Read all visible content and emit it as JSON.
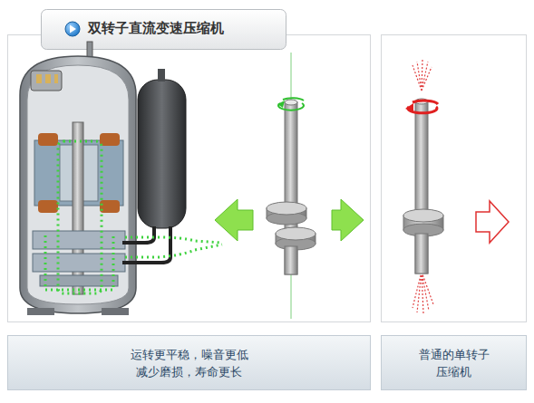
{
  "diagram": {
    "title": "双转子直流变速压缩机",
    "nodes": [
      {
        "text": [
          "运转更平稳，噪音更低 减少磨损，寿命更长"
        ]
      },
      {
        "text": [
          "普通的单转子 压缩机"
        ]
      }
    ]
  }
}
